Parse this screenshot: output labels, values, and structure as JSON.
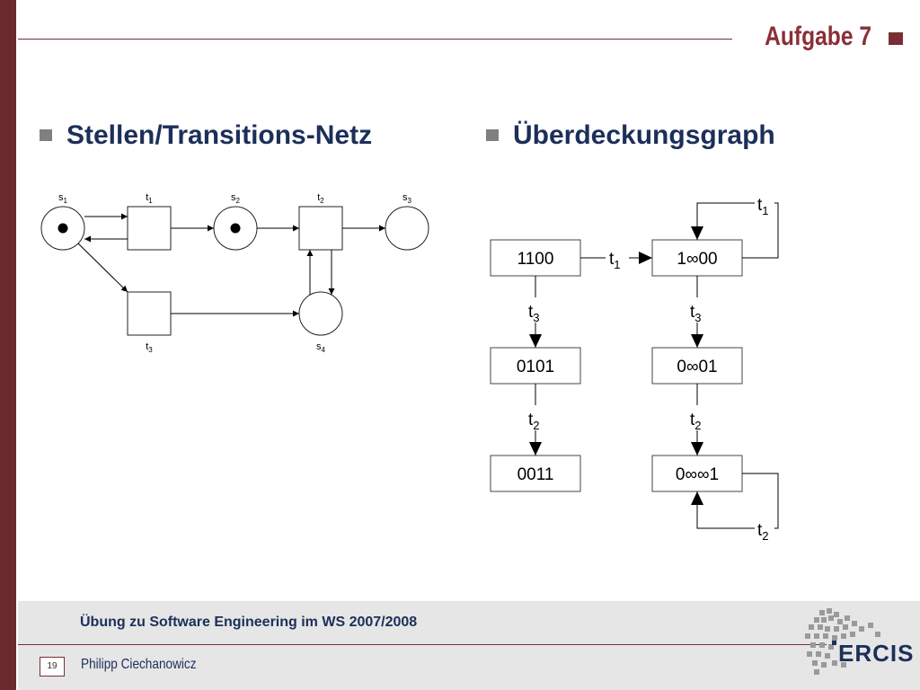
{
  "slide": {
    "title": "Aufgabe 7",
    "heading_left": "Stellen/Transitions-Netz",
    "heading_right": "Überdeckungsgraph"
  },
  "petri_net": {
    "places": [
      {
        "id": "s1",
        "label": "s",
        "sub": "1",
        "tokens": 1
      },
      {
        "id": "s2",
        "label": "s",
        "sub": "2",
        "tokens": 1
      },
      {
        "id": "s3",
        "label": "s",
        "sub": "3",
        "tokens": 0
      },
      {
        "id": "s4",
        "label": "s",
        "sub": "4",
        "tokens": 0
      }
    ],
    "transitions": [
      {
        "id": "t1",
        "label": "t",
        "sub": "1"
      },
      {
        "id": "t2",
        "label": "t",
        "sub": "2"
      },
      {
        "id": "t3",
        "label": "t",
        "sub": "3"
      }
    ],
    "arcs": [
      {
        "from": "s1",
        "to": "t1"
      },
      {
        "from": "t1",
        "to": "s1"
      },
      {
        "from": "t1",
        "to": "s2"
      },
      {
        "from": "s2",
        "to": "t2"
      },
      {
        "from": "t2",
        "to": "s3"
      },
      {
        "from": "t2",
        "to": "s4"
      },
      {
        "from": "s4",
        "to": "t2"
      },
      {
        "from": "s1",
        "to": "t3"
      },
      {
        "from": "t3",
        "to": "s4"
      }
    ]
  },
  "coverability_graph": {
    "nodes": [
      {
        "id": "n1100",
        "label": "1100"
      },
      {
        "id": "n0101",
        "label": "0101"
      },
      {
        "id": "n0011",
        "label": "0011"
      },
      {
        "id": "n1w00",
        "label": "1∞00"
      },
      {
        "id": "n0w01",
        "label": "0∞01"
      },
      {
        "id": "n0ww1",
        "label": "0∞∞1"
      }
    ],
    "edges": [
      {
        "from": "n1100",
        "to": "n1w00",
        "label": "t",
        "sub": "1"
      },
      {
        "from": "n1w00",
        "to": "n1w00",
        "label": "t",
        "sub": "1"
      },
      {
        "from": "n1100",
        "to": "n0101",
        "label": "t",
        "sub": "3"
      },
      {
        "from": "n0101",
        "to": "n0011",
        "label": "t",
        "sub": "2"
      },
      {
        "from": "n1w00",
        "to": "n0w01",
        "label": "t",
        "sub": "3"
      },
      {
        "from": "n0w01",
        "to": "n0ww1",
        "label": "t",
        "sub": "2"
      },
      {
        "from": "n0ww1",
        "to": "n0ww1",
        "label": "t",
        "sub": "2"
      }
    ]
  },
  "footer": {
    "course": "Übung zu Software Engineering im WS 2007/2008",
    "page": "19",
    "author": "Philipp Ciechanowicz",
    "logo_text": "ERCIS"
  },
  "colors": {
    "accent": "#7a2e33",
    "heading": "#1c2f5a",
    "footer_bg": "#e6e6e6"
  }
}
